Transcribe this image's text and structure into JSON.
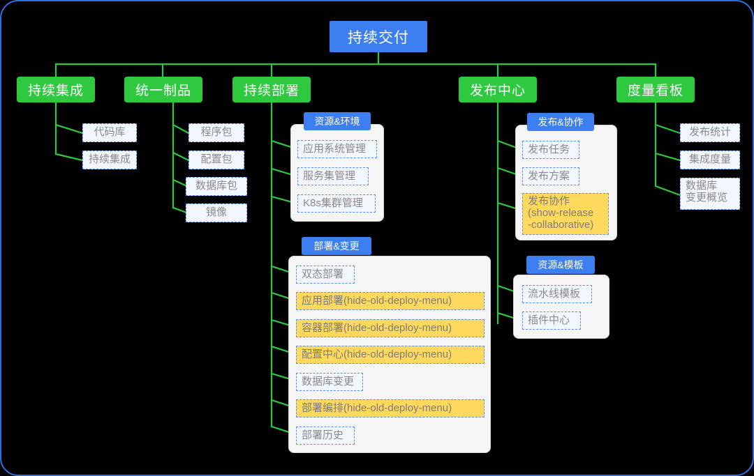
{
  "diagram": {
    "title": "持续交付",
    "root": {
      "label": "持续交付"
    },
    "branches": [
      {
        "label": "持续集成"
      },
      {
        "label": "统一制品"
      },
      {
        "label": "持续部署"
      },
      {
        "label": "发布中心"
      },
      {
        "label": "度量看板"
      }
    ],
    "groups": [
      {
        "label": "资源&环境"
      },
      {
        "label": "部署&变更"
      },
      {
        "label": "发布&协作"
      },
      {
        "label": "资源&模板"
      }
    ],
    "leaves": {
      "ci": [
        "代码库",
        "持续集成"
      ],
      "artifact": [
        "程序包",
        "配置包",
        "数据库包",
        "镜像"
      ],
      "resource_env": [
        "应用系统管理",
        "服务集管理",
        "K8s集群管理"
      ],
      "deploy_change": [
        "双态部署",
        "应用部署(hide-old-deploy-menu)",
        "容器部署(hide-old-deploy-menu)",
        "配置中心(hide-old-deploy-menu)",
        "数据库变更",
        "部署编排(hide-old-deploy-menu)",
        "部署历史"
      ],
      "release_collab": [
        "发布任务",
        "发布方案",
        "发布协作\n(show-release\n-collaborative)"
      ],
      "resource_tpl": [
        "流水线模板",
        "插件中心"
      ],
      "metrics": [
        "发布统计",
        "集成度量",
        "数据库\n变更概览"
      ]
    }
  },
  "colors": {
    "background": "#000000",
    "canvas_border": "#2f6fe0",
    "root_blue": "#3d7ff0",
    "branch_green": "#2ec93f",
    "connector_green": "#2ec93f",
    "leaf_bg": "#f2f6fe",
    "leaf_border": "#5b8ff9",
    "leaf_text": "#8a8a8a",
    "highlight_yellow": "#ffd95e",
    "panel_bg": "#f5f5f5",
    "panel_border": "#d8d8d8"
  }
}
